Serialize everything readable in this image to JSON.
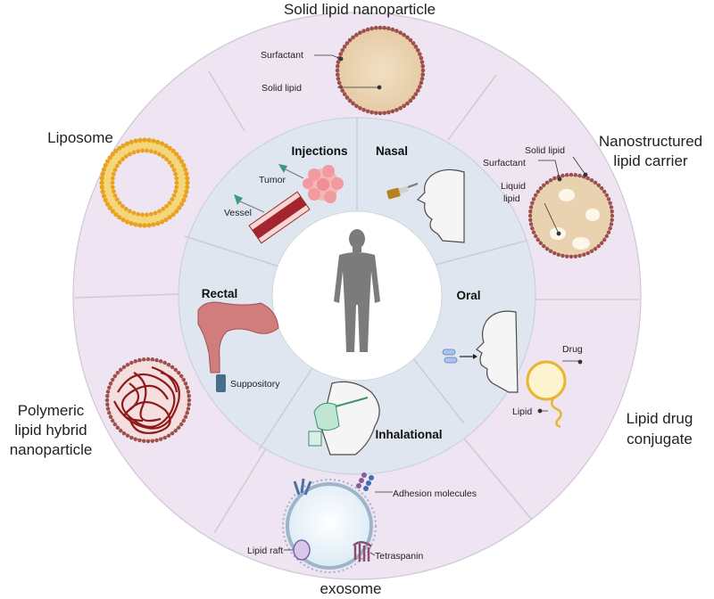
{
  "carriers": {
    "sln": "Solid lipid nanoparticle",
    "liposome": "Liposome",
    "nlc": [
      "Nanostructured",
      "lipid carrier"
    ],
    "ldc": [
      "Lipid drug",
      "conjugate"
    ],
    "polymeric": [
      "Polymeric",
      "lipid hybrid",
      "nanoparticle"
    ],
    "exosome": "exosome"
  },
  "routes": {
    "injections": "Injections",
    "nasal": "Nasal",
    "oral": "Oral",
    "inhalational": "Inhalational",
    "rectal": "Rectal"
  },
  "labels": {
    "surfactant": "Surfactant",
    "solid_lipid": "Solid lipid",
    "liquid_lipid": [
      "Liquid",
      "lipid"
    ],
    "drug": "Drug",
    "lipid": "Lipid",
    "tumor": "Tumor",
    "vessel": "Vessel",
    "suppository": "Suppository",
    "adhesion": "Adhesion molecules",
    "lipid_raft": "Lipid raft",
    "tetraspanin": "Tetraspanin"
  },
  "colors": {
    "outer_ring": "#efe4f1",
    "inner_ring": "#dfe6ef",
    "center": "#ffffff",
    "divider": "#c9c2cf",
    "body_silhouette": "#7b7b7b",
    "lipid_head": "#e8a21f",
    "nanoparticle_fill": "#ecd6b6",
    "nanoparticle_shell": "#9d4f4b",
    "polymer_chain": "#8e1b1b"
  }
}
